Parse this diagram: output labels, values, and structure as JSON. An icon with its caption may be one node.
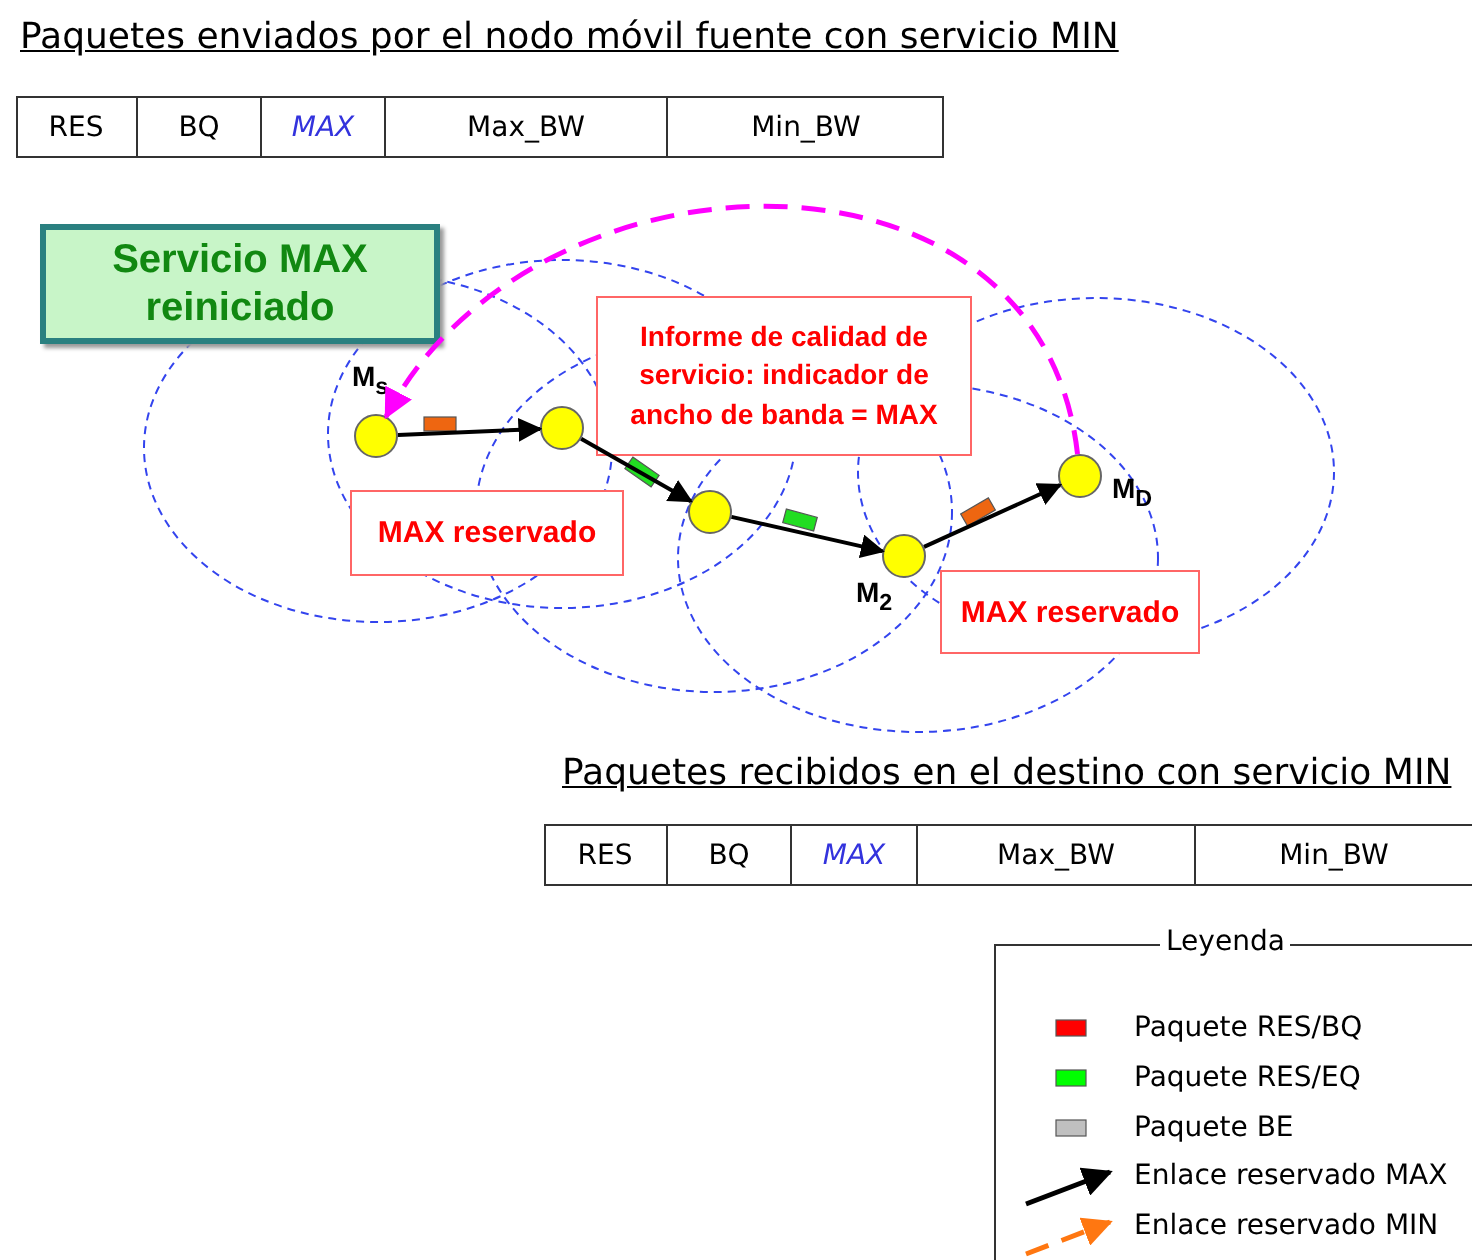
{
  "diagram": {
    "title": "Paquetes enviados por el nodo móvil fuente con servicio MIN",
    "nodes": [
      {
        "text": [
          "Servicio MAX reiniciado"
        ]
      },
      {
        "text": [
          "Informe de calidad de servicio: indicador de ancho de banda = MAX"
        ]
      },
      {
        "text": [
          "MAX reservado"
        ]
      },
      {
        "text": [
          "MAX reservado"
        ]
      },
      {
        "text": [],
        "shape": "circle",
        "beside": [
          "M$_{s}$"
        ]
      },
      {
        "text": [],
        "shape": "circle"
      },
      {
        "text": [],
        "shape": "circle"
      },
      {
        "text": [],
        "shape": "circle",
        "beside": [
          "M$_{2}$"
        ]
      },
      {
        "text": [],
        "shape": "circle",
        "beside": [
          "M$_{D}$"
        ]
      }
    ],
    "edges": [
      {
        "from": 4,
        "to": 5,
        "arrow": "to"
      },
      {
        "from": 5,
        "to": 6,
        "arrow": "to"
      },
      {
        "from": 6,
        "to": 7,
        "arrow": "to"
      },
      {
        "from": 7,
        "to": 8,
        "arrow": "to"
      },
      {
        "from": 8,
        "to": 4,
        "arrow": "to",
        "style": "dashed",
        "color": "#ff00ff"
      }
    ],
    "labels": [
      "RES",
      "BQ",
      "MAX",
      "Max_BW",
      "Min_BW",
      "Paquetes recibidos en el destino con servicio MIN",
      "RES",
      "BQ",
      "MAX",
      "Max_BW",
      "Min_BW",
      "Leyenda"
    ],
    "legend": [
      {
        "text": "Paquete RES/BQ",
        "color": "#ff0000"
      },
      {
        "text": "Paquete RES/EQ",
        "color": "#00ff00"
      },
      {
        "text": "Paquete BE",
        "color": "#c0c0c0"
      },
      {
        "text": "Enlace reservado MAX"
      },
      {
        "text": "Enlace reservado MIN"
      }
    ]
  }
}
